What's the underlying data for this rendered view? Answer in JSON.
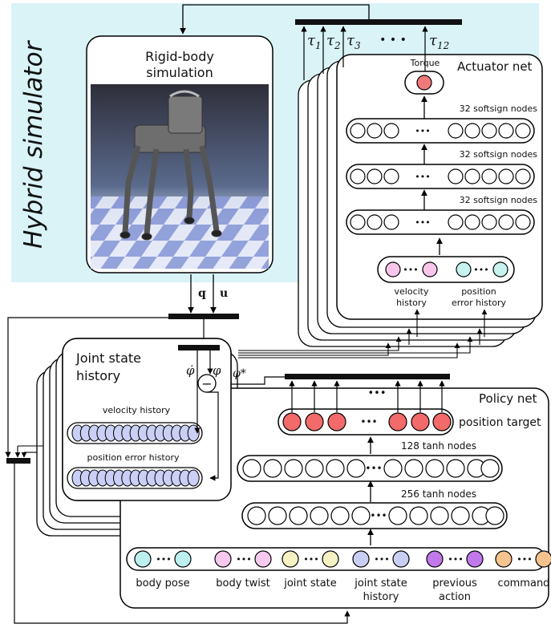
{
  "hybrid_label": "Hybrid simulator",
  "rigid_body": {
    "line1": "Rigid-body",
    "line2": "simulation"
  },
  "actuator": {
    "title": "Actuator net",
    "torque_label": "Torque",
    "layer_label_1": "32 softsign nodes",
    "layer_label_2": "32 softsign nodes",
    "layer_label_3": "32 softsign nodes",
    "input_velocity_1": "velocity",
    "input_velocity_2": "history",
    "input_position_1": "position",
    "input_position_2": "error history"
  },
  "torque_symbols": {
    "t1": "τ",
    "s1": "1",
    "t2": "τ",
    "s2": "2",
    "t3": "τ",
    "s3": "3",
    "dots": "• • •",
    "t12": "τ",
    "s12": "12"
  },
  "signals": {
    "q": "q",
    "u": "u",
    "phi_dot": "φ̇",
    "phi": "φ",
    "phi_star": "φ*",
    "minus": "−"
  },
  "joint_state": {
    "title_1": "Joint state",
    "title_2": "history",
    "velocity_history": "velocity history",
    "position_error_history": "position error history"
  },
  "policy": {
    "title": "Policy net",
    "position_target": "position target",
    "layer_128": "128 tanh nodes",
    "layer_256": "256 tanh nodes",
    "inputs": [
      "body pose",
      "body twist",
      "joint state",
      "joint state",
      "previous",
      "command"
    ],
    "inputs_line2": [
      "",
      "",
      "",
      "history",
      "action",
      ""
    ],
    "dots": "•••"
  },
  "colors": {
    "hybrid_bg": "#d9f3f7",
    "torque": "#f07a7a",
    "velocity_in": "#f7c6ea",
    "position_in": "#c7f2ee",
    "history": "#c9cff5",
    "target": "#f36a6a",
    "in_body_pose": "#bdeef0",
    "in_body_twist": "#f7c9ee",
    "in_joint_state": "#f7f2c4",
    "in_joint_state_history": "#c9cff2",
    "in_previous_action": "#c178ea",
    "in_command": "#f6c28e"
  }
}
